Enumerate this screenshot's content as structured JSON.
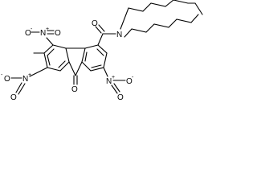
{
  "molecule": {
    "atoms": {
      "nitro_top_n": "N",
      "nitro_top_o_left": "O",
      "nitro_top_o_right": "O",
      "nitro_left_n": "N",
      "nitro_left_o_left": "O",
      "nitro_left_o_right": "O",
      "nitro_right_n": "N",
      "nitro_right_o_right": "O",
      "nitro_right_o_bottom": "O",
      "ketone_o": "O",
      "amide_o": "O",
      "amide_n": "N"
    },
    "charges": {
      "plus": "+",
      "minus": "-"
    }
  }
}
